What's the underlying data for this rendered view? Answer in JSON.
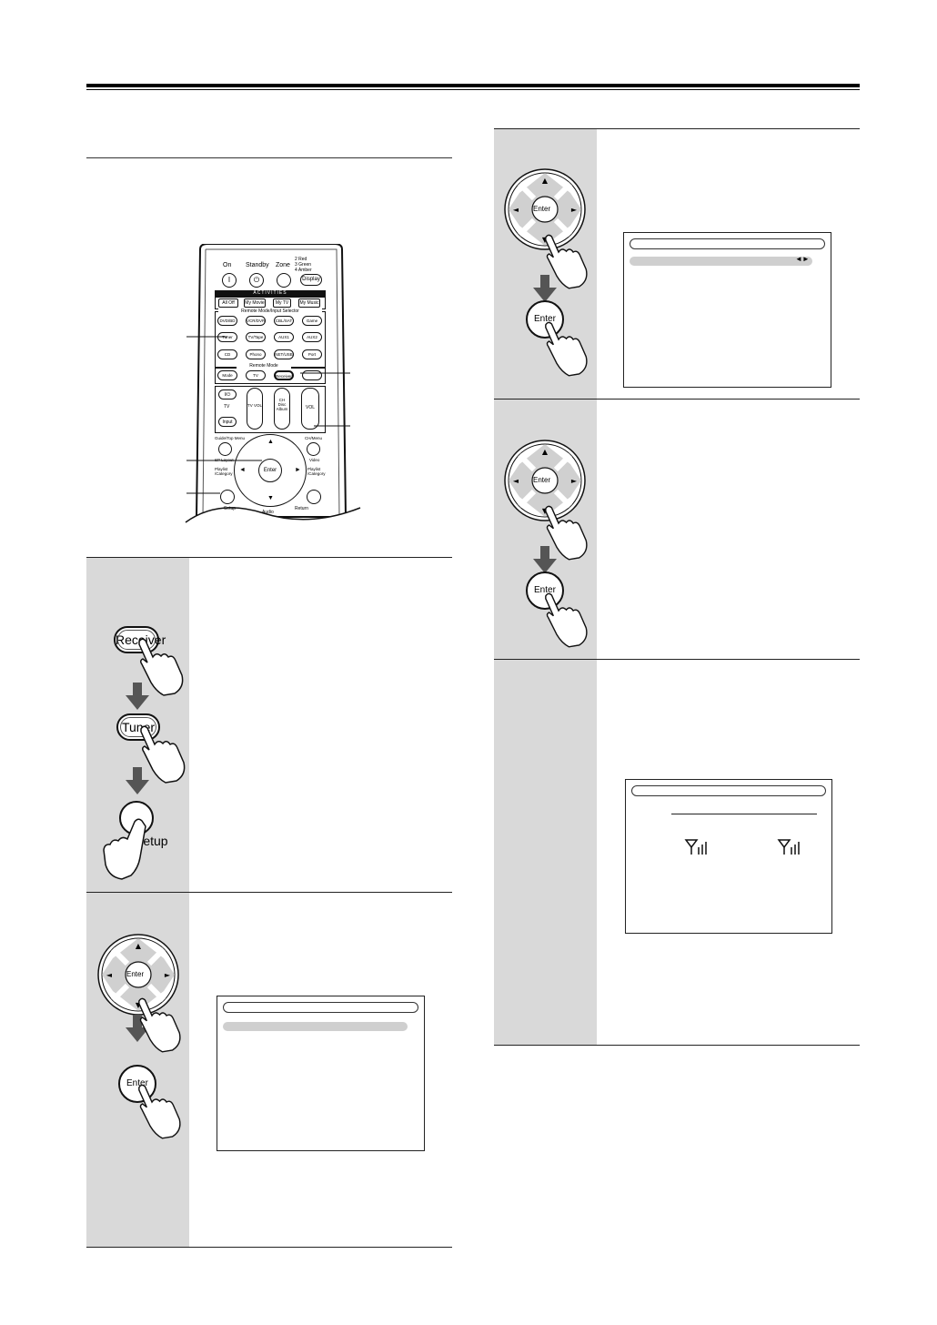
{
  "remote": {
    "power": {
      "on": "On",
      "standby": "Standby",
      "zone": "Zone",
      "zone_legend": [
        "2 Red",
        "3 Green",
        "4 Amber"
      ],
      "display": "Display"
    },
    "activities_header": "ACTIVITIES",
    "activities": [
      "All Off",
      "My Movie",
      "My TV",
      "My Music"
    ],
    "remote_mode_header": "Remote Mode/Input Selector",
    "row1": [
      "DVD/BD",
      "VCR/DVR",
      "CBL/SAT",
      "Game"
    ],
    "row2": [
      "Tuner",
      "TV/Tape",
      "AUX1",
      "AUX2"
    ],
    "row3": [
      "CD",
      "Phono",
      "NET/USB",
      "Port"
    ],
    "mode_header": "Remote Mode",
    "row4": [
      "Mode",
      "TV",
      "Receiver"
    ],
    "row5": {
      "power": "I/⏻",
      "tv": "TV",
      "input": "Input",
      "tv_vol": "TV VOL",
      "ch": "CH",
      "disc": "Disc",
      "album": "Album",
      "vol": "VOL"
    },
    "nav": {
      "guide": "Guide/Top Menu",
      "ch_menu": "CH/Menu",
      "sp_layout": "SP Layout",
      "video": "Video",
      "playlist_left": "Playlist /Category",
      "playlist_right": "Playlist /Category",
      "enter": "Enter",
      "setup": "Setup",
      "audio": "Audio",
      "return": "Return"
    }
  },
  "step1": {
    "receiver": "Receiver",
    "tuner": "Tuner",
    "setup": "Setup"
  },
  "enter_label": "Enter",
  "colors": {
    "step_bg": "#d9d9d9",
    "highlight": "#cfcfcf"
  },
  "icons": [
    "antenna-signal-icon",
    "pointing-hand-icon",
    "down-arrow-icon"
  ]
}
